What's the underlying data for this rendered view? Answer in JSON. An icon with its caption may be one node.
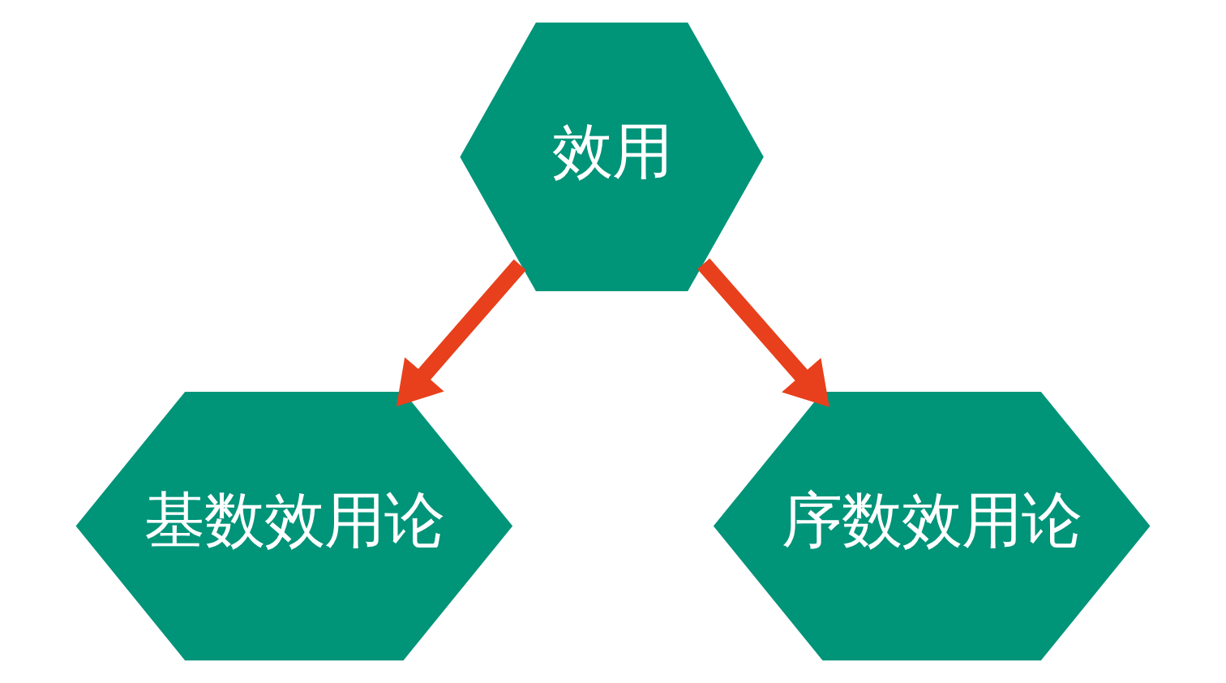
{
  "diagram": {
    "nodes": [
      {
        "text": [
          "效用"
        ]
      },
      {
        "text": [
          "基数效用论"
        ]
      },
      {
        "text": [
          "序数效用论"
        ]
      }
    ],
    "edges": [
      {
        "from": 0,
        "to": 1,
        "arrow": "to"
      },
      {
        "from": 0,
        "to": 2,
        "arrow": "to"
      }
    ]
  }
}
